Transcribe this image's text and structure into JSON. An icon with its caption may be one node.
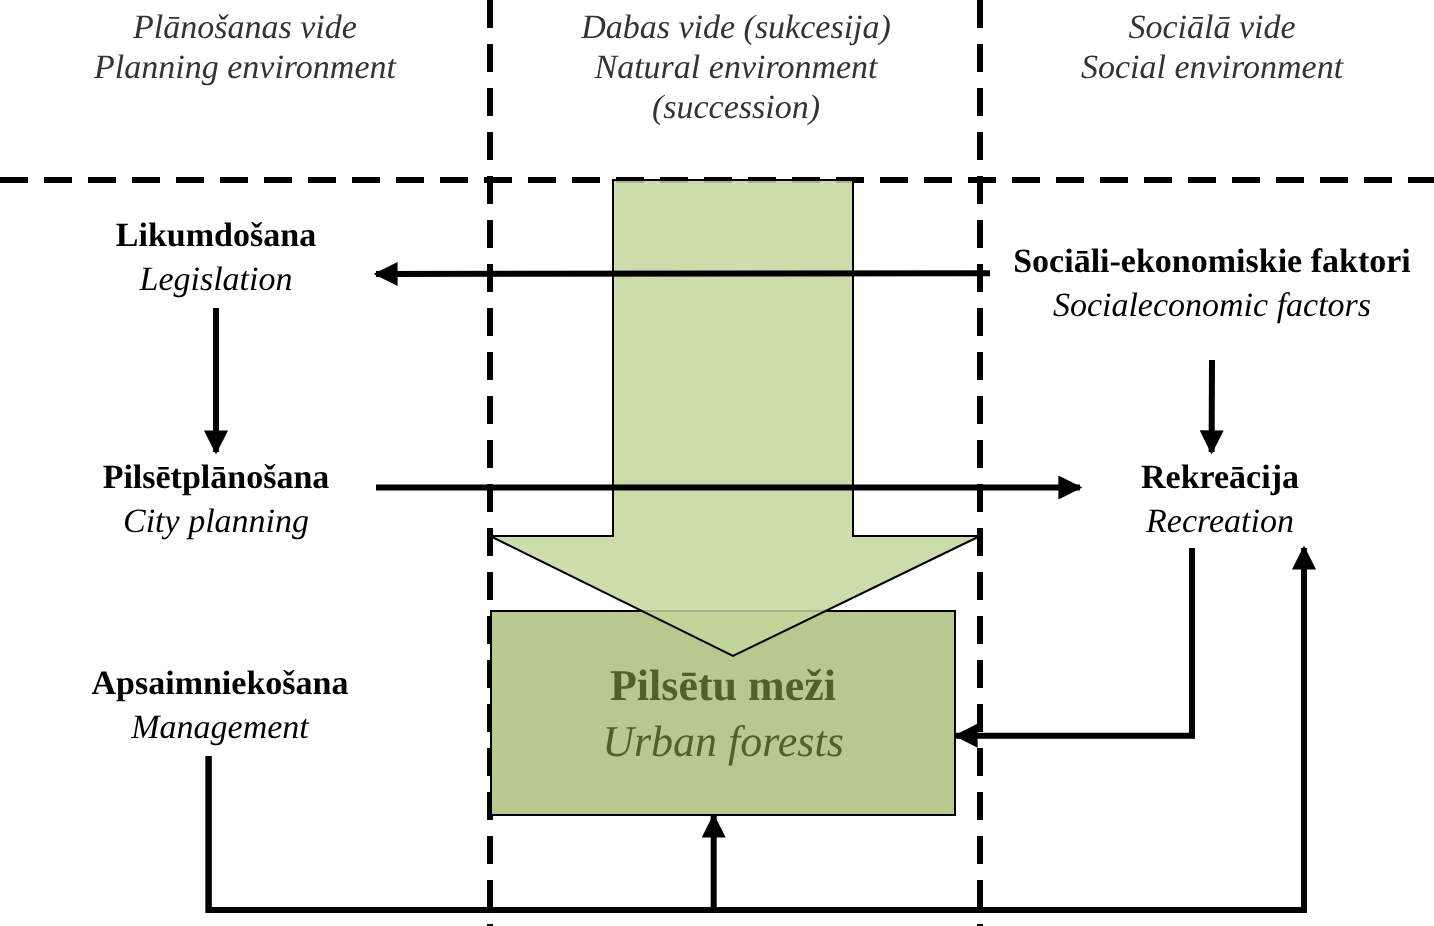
{
  "diagram": {
    "nodes": [
      {
        "text": [
          "Likumdošana",
          "Legislation"
        ]
      },
      {
        "text": [
          "Sociāli-ekonomiskie faktori",
          "Socialeconomic factors"
        ]
      },
      {
        "text": [
          "Pilsētplānošana",
          "City planning"
        ]
      },
      {
        "text": [
          "Rekreācija",
          "Recreation"
        ]
      },
      {
        "text": [
          "Apsaimniekošana",
          "Management"
        ]
      },
      {
        "text": [
          "Pilsētu meži",
          "Urban forests"
        ]
      }
    ],
    "edges": [
      {
        "from": 1,
        "to": 0,
        "arrow": "to"
      },
      {
        "from": 0,
        "to": 2,
        "arrow": "to"
      },
      {
        "from": 1,
        "to": 3,
        "arrow": "to"
      },
      {
        "from": 2,
        "to": 3,
        "arrow": "to"
      },
      {
        "from": 3,
        "to": 5,
        "arrow": "to"
      },
      {
        "from": 4,
        "to": 5,
        "arrow": "to"
      },
      {
        "from": 4,
        "to": 3,
        "arrow": "to"
      },
      {
        "from": null,
        "to": 5,
        "arrow": "to",
        "style": "thick",
        "color": "#c3d69b"
      }
    ],
    "labels": [
      "Plānošanas vide",
      "Planning environment",
      "Dabas vide (sukcesija)",
      "Natural environment (succession)",
      "Sociālā vide",
      "Social environment"
    ]
  }
}
